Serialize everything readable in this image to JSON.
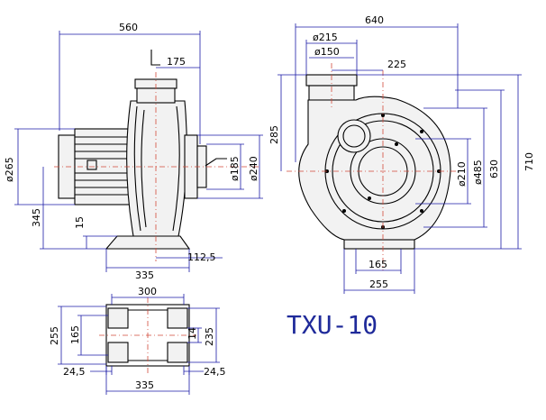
{
  "model": "TXU-10",
  "dimensions": {
    "side_overall_width": "560",
    "side_outlet_offset": "175",
    "side_motor_dia": "ø265",
    "side_height": "345",
    "side_foot": "15",
    "side_base_width": "335",
    "side_base_offset": "112,5",
    "side_dia_185": "ø185",
    "side_dia_240": "ø240",
    "front_overall_width": "640",
    "front_dia_215": "ø215",
    "front_dia_150": "ø150",
    "front_offset_225": "225",
    "front_offset_285": "285",
    "front_dia_210": "ø210",
    "front_dia_485": "ø485",
    "front_height_630": "630",
    "front_height_710": "710",
    "front_base_165": "165",
    "front_base_255": "255",
    "base_width_300": "300",
    "base_depth_255": "255",
    "base_inner_165": "165",
    "base_slot_14": "14",
    "base_height_235": "235",
    "base_edge_left": "24,5",
    "base_edge_right": "24,5",
    "base_bottom_335": "335"
  }
}
